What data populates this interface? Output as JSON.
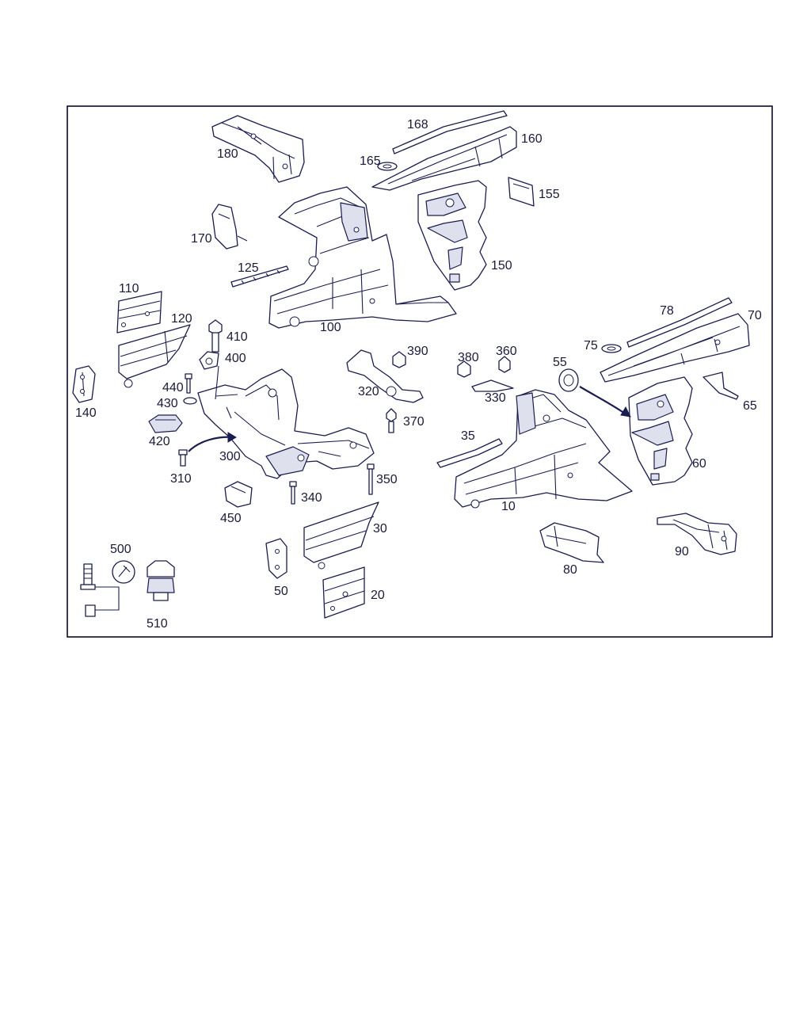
{
  "diagram": {
    "labels": {
      "p10": "10",
      "p20": "20",
      "p30": "30",
      "p35": "35",
      "p50": "50",
      "p55": "55",
      "p60": "60",
      "p65": "65",
      "p70": "70",
      "p75": "75",
      "p78": "78",
      "p80": "80",
      "p90": "90",
      "p100": "100",
      "p110": "110",
      "p120": "120",
      "p125": "125",
      "p140": "140",
      "p150": "150",
      "p155": "155",
      "p160": "160",
      "p165": "165",
      "p168": "168",
      "p170": "170",
      "p180": "180",
      "p300": "300",
      "p310": "310",
      "p320": "320",
      "p330": "330",
      "p340": "340",
      "p350": "350",
      "p360": "360",
      "p370": "370",
      "p380": "380",
      "p390": "390",
      "p400": "400",
      "p410": "410",
      "p420": "420",
      "p430": "430",
      "p440": "440",
      "p450": "450",
      "p500": "500",
      "p510": "510"
    },
    "colors": {
      "ink": "#1a1d4e",
      "frame": "#0a0a2a",
      "background": "#ffffff"
    }
  }
}
